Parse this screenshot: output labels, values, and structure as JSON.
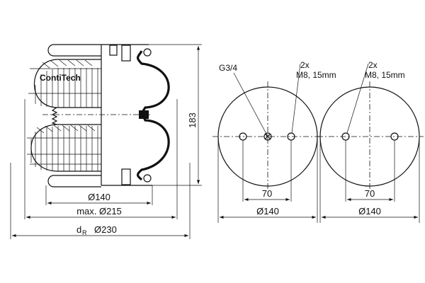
{
  "side_view": {
    "brand_logo": "ContiTech",
    "height_dim": "183",
    "plate_dia": "Ø140",
    "max_dia": "max. Ø215",
    "dr_label": "d",
    "dr_sub": "R",
    "dr_value": "Ø230"
  },
  "top_view_1": {
    "port_label": "G3/4",
    "thread_count": "2x",
    "thread_spec": "M8, 15mm",
    "hole_spacing": "70",
    "diameter": "Ø140"
  },
  "top_view_2": {
    "thread_count": "2x",
    "thread_spec": "M8, 15mm",
    "hole_spacing": "70",
    "diameter": "Ø140"
  }
}
